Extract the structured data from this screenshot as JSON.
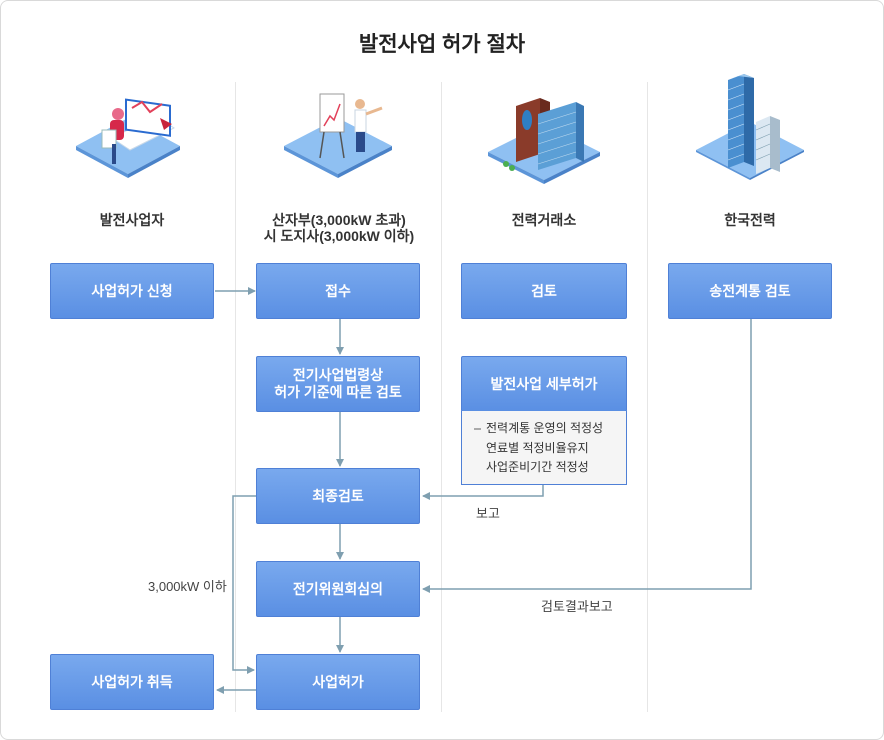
{
  "title": "발전사업 허가 절차",
  "columns": {
    "c1": "발전사업자",
    "c2_line1": "산자부(3,000kW 초과)",
    "c2_line2": "시 도지사(3,000kW 이하)",
    "c3": "전력거래소",
    "c4": "한국전력"
  },
  "boxes": {
    "apply": "사업허가 신청",
    "receive": "접수",
    "review_law_1": "전기사업법령상",
    "review_law_2": "허가 기준에 따른 검토",
    "final_review": "최종검토",
    "committee": "전기위원회심의",
    "permit": "사업허가",
    "acquire": "사업허가 취득",
    "kpx_review": "검토",
    "detail_permit": "발전사업 세부허가",
    "grid_review": "송전계통 검토"
  },
  "detail_items": [
    "전력계통 운영의 적정성",
    "연료별 적정비율유지",
    "사업준비기간 적정성"
  ],
  "notes": {
    "report": "보고",
    "review_report": "검토결과보고",
    "under_3000": "3,000kW 이하"
  },
  "colors": {
    "box": "#5a8fe3",
    "line": "#7f9fb0",
    "divider": "#e6e6e6"
  },
  "icons": [
    "business-person-icon",
    "presenter-icon",
    "office-building-icon",
    "skyscraper-icon"
  ]
}
